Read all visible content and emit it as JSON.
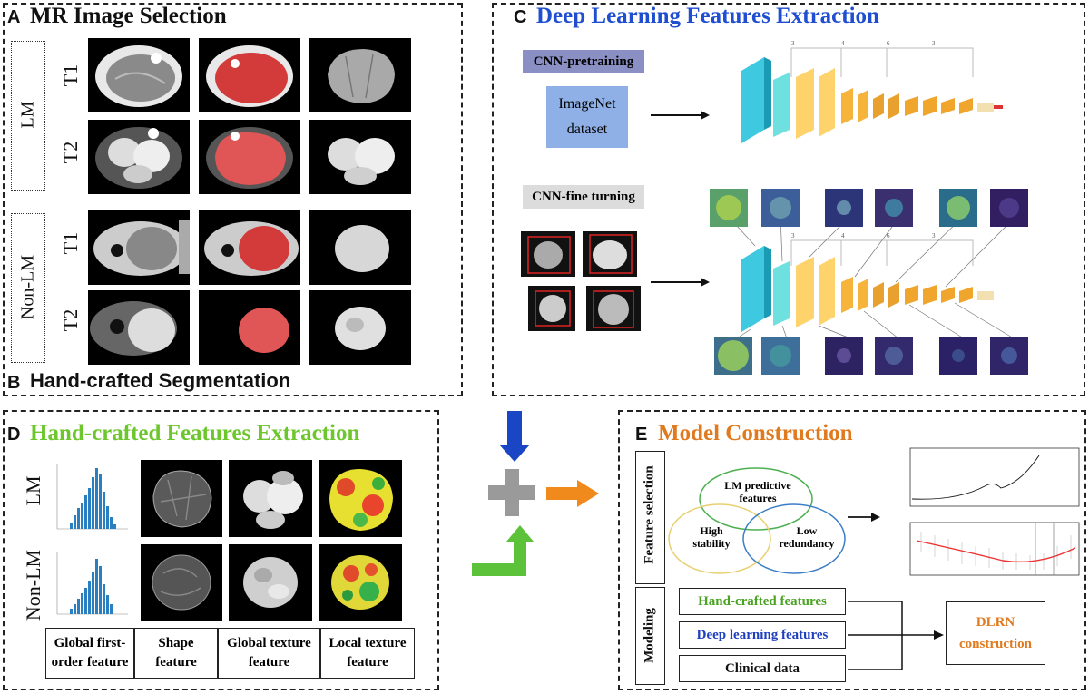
{
  "panel_a": {
    "label": "A",
    "title": "MR Image Selection",
    "groups": [
      {
        "name": "LM"
      },
      {
        "name": "Non-LM"
      }
    ],
    "rows": [
      "T1",
      "T2",
      "T1",
      "T2"
    ]
  },
  "panel_b": {
    "label": "B",
    "title": "Hand-crafted Segmentation"
  },
  "panel_c": {
    "label": "C",
    "title": "Deep Learning Features Extraction",
    "title_color": "#1f4fd0",
    "pretraining_label": "CNN-pretraining",
    "dataset_text": "ImageNet dataset",
    "finetuning_label": "CNN-fine turning",
    "block_counts": [
      "3",
      "4",
      "6",
      "3"
    ]
  },
  "panel_d": {
    "label": "D",
    "title": "Hand-crafted Features Extraction",
    "title_color": "#6cc62c",
    "rows": [
      "LM",
      "Non-LM"
    ],
    "features": [
      "Global first-order feature",
      "Shape feature",
      "Global texture feature",
      "Local texture feature"
    ]
  },
  "panel_e": {
    "label": "E",
    "title": "Model Construction",
    "title_color": "#e07a1f",
    "feature_selection_label": "Feature selection",
    "venn": [
      "LM predictive features",
      "High stability",
      "Low redundancy"
    ],
    "modeling_label": "Modeling",
    "inputs": [
      {
        "text": "Hand-crafted features",
        "color": "#4aa323"
      },
      {
        "text": "Deep learning features",
        "color": "#1f3fbf"
      },
      {
        "text": "Clinical data",
        "color": "#111111"
      }
    ],
    "output": "DLRN construction",
    "output_color": "#e07a1f"
  },
  "colors": {
    "arrow_blue": "#1a45c4",
    "arrow_green": "#5cc23a",
    "plus_gray": "#9a9a9a",
    "arrow_orange": "#f08a1c"
  }
}
